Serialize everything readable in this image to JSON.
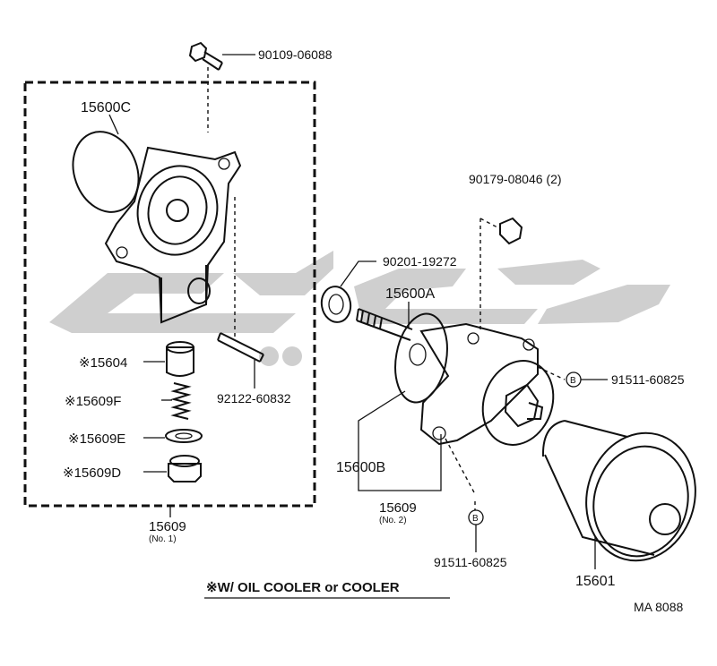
{
  "labels": {
    "p_90109": "90109-06088",
    "p_15600C": "15600C",
    "p_15604": "※15604",
    "p_15609F": "※15609F",
    "p_15609E": "※15609E",
    "p_15609D": "※15609D",
    "p_92122": "92122-60832",
    "p_15609_left": "15609",
    "p_no1": "(No. 1)",
    "p_90179": "90179-08046 (2)",
    "p_90201": "90201-19272",
    "p_15600A": "15600A",
    "p_91511_right": "91511-60825",
    "p_15600B": "15600B",
    "p_15609_right": "15609",
    "p_no2": "(No. 2)",
    "p_91511_bottom": "91511-60825",
    "p_15601": "15601",
    "marker_b": "B",
    "note": "※W/ OIL  COOLER or COOLER",
    "code": "MA  8088"
  },
  "colors": {
    "watermark": "#cfcfcf",
    "ink": "#111111"
  }
}
